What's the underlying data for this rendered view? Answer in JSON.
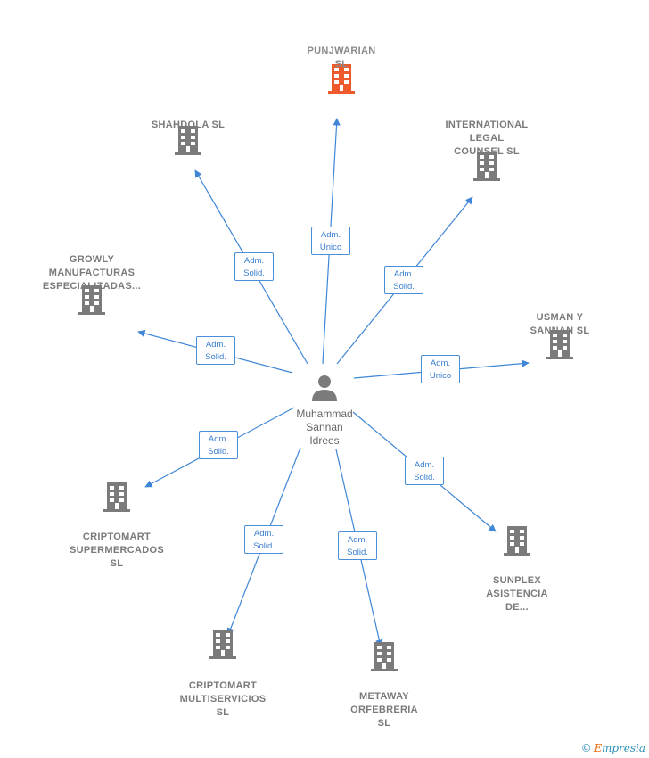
{
  "colors": {
    "edge": "#3f86d6",
    "building": "#7b7b7b",
    "highlight": "#ee5a2b",
    "person": "#7b7b7b"
  },
  "center": {
    "name_lines": [
      "Muhammad",
      "Sannan",
      "Idrees"
    ],
    "icon": "person-icon"
  },
  "nodes": [
    {
      "id": "punjwarian",
      "lines": [
        "PUNJWARIAN",
        "SL"
      ],
      "highlight": true,
      "relation": [
        "Adm.",
        "Unico"
      ]
    },
    {
      "id": "shahdola",
      "lines": [
        "SHAHDOLA  SL"
      ],
      "highlight": false,
      "relation": [
        "Adm.",
        "Solid."
      ]
    },
    {
      "id": "international",
      "lines": [
        "INTERNATIONAL",
        "LEGAL",
        "COUNSEL  SL"
      ],
      "highlight": false,
      "relation": [
        "Adm.",
        "Solid."
      ]
    },
    {
      "id": "growly",
      "lines": [
        "GROWLY",
        "MANUFACTURAS",
        "ESPECIALIZADAS..."
      ],
      "highlight": false,
      "relation": [
        "Adm.",
        "Solid."
      ]
    },
    {
      "id": "usman",
      "lines": [
        "USMAN Y",
        "SANNAN  SL"
      ],
      "highlight": false,
      "relation": [
        "Adm.",
        "Unico"
      ]
    },
    {
      "id": "criptomart-super",
      "lines": [
        "CRIPTOMART",
        "SUPERMERCADOS",
        "SL"
      ],
      "highlight": false,
      "relation": [
        "Adm.",
        "Solid."
      ]
    },
    {
      "id": "sunplex",
      "lines": [
        "SUNPLEX",
        "ASISTENCIA",
        "DE..."
      ],
      "highlight": false,
      "relation": [
        "Adm.",
        "Solid."
      ]
    },
    {
      "id": "criptomart-multi",
      "lines": [
        "CRIPTOMART",
        "MULTISERVICIOS",
        "SL"
      ],
      "highlight": false,
      "relation": [
        "Adm.",
        "Solid."
      ]
    },
    {
      "id": "metaway",
      "lines": [
        "METAWAY",
        "ORFEBRERIA",
        "SL"
      ],
      "highlight": false,
      "relation": [
        "Adm.",
        "Solid."
      ]
    }
  ],
  "brand": {
    "copyright": "©",
    "first": "E",
    "rest": "mpresia"
  }
}
